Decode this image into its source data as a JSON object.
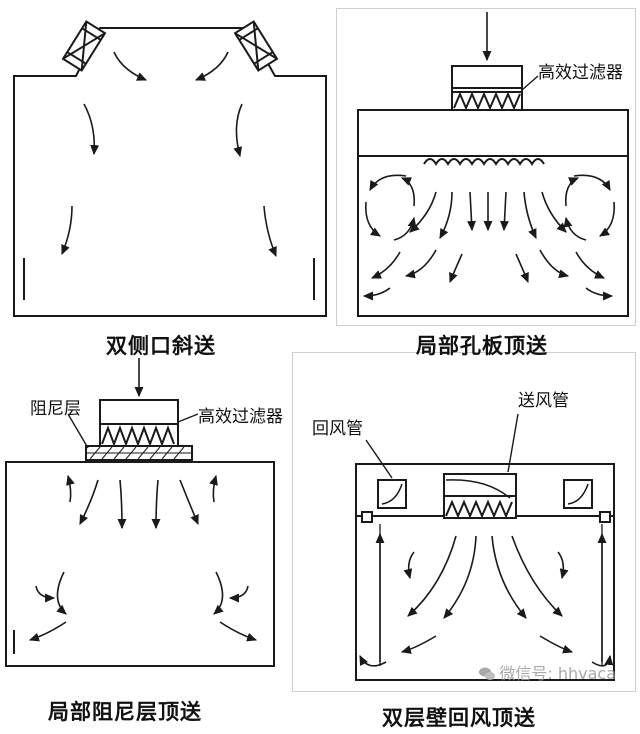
{
  "diagrams": [
    {
      "id": "double-side-slant",
      "caption": "双侧口斜送"
    },
    {
      "id": "local-orifice-top",
      "caption": "局部孔板顶送",
      "filter_label": "高效过滤器"
    },
    {
      "id": "local-damping-top",
      "caption": "局部阻尼层顶送",
      "damping_label": "阻尼层",
      "filter_label": "高效过滤器"
    },
    {
      "id": "double-wall-return-top",
      "caption": "双层壁回风顶送",
      "supply_label": "送风管",
      "return_label": "回风管"
    }
  ],
  "watermark": {
    "text": "微信号: hhvaca"
  },
  "colors": {
    "stroke": "#1a1a1a",
    "frame": "#cfcfcf",
    "watermark": "#9a9a9a"
  }
}
